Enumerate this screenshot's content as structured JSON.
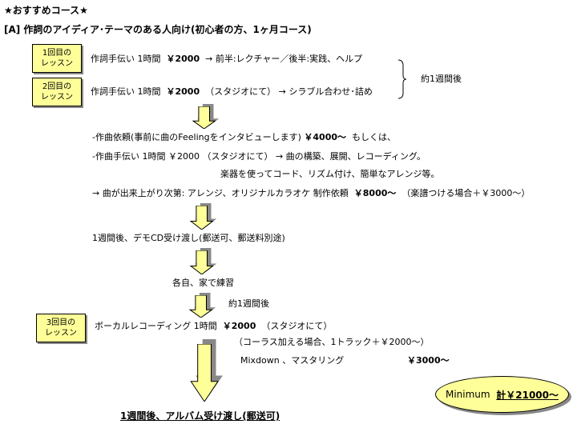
{
  "title": "★おすすめコース★",
  "course_heading": "[A] 作詞のアイディア･テーマのある人向け(初心者の方、1ヶ月コース)",
  "lessons": [
    {
      "label_1": "1回目の",
      "label_2": "レッスン",
      "desc": "作詞手伝い 1時間",
      "price": "￥2000",
      "detail": "→ 前半:レクチャー／後半:実践、ヘルプ"
    },
    {
      "label_1": "2回目の",
      "label_2": "レッスン",
      "desc": "作詞手伝い 1時間",
      "price": "￥2000",
      "detail": "（スタジオにて） → シラブル合わせ･詰め"
    },
    {
      "label_1": "3回目の",
      "label_2": "レッスン",
      "desc": "ボーカルレコーディング 1時間",
      "price": "￥2000",
      "detail": "（スタジオにて）"
    }
  ],
  "interval_1": "約1週間後",
  "compose": {
    "line1_text": "-作曲依頼(事前に曲のFeelingをインタビューします)",
    "line1_price": "￥4000～",
    "line1_suffix": "もしくは、",
    "line2": "-作曲手伝い 1時間 ￥2000 （スタジオにて） → 曲の構築、展開、レコーディング。",
    "line3": "楽器を使ってコード、リズム付け、簡単なアレンジ等。",
    "line4_text": "→ 曲が出来上がり次第: アレンジ、オリジナルカラオケ 制作依頼",
    "line4_price": "￥8000～",
    "line4_suffix": "（楽譜つける場合＋￥3000～）"
  },
  "demo": "1週間後、デモCD受け渡し(郵送可、郵送料別途)",
  "practice": "各自、家で練習",
  "interval_2": "約1週間後",
  "chorus": "（コーラス加える場合、1トラック＋￥2000～）",
  "mixdown": "Mixdown 、マスタリング",
  "mixdown_price": "￥3000～",
  "final": "1週間後、アルバム受け渡し(郵送可)",
  "total_label": "Minimum",
  "total_value": "計￥21000～",
  "colors": {
    "box": "#ffff99",
    "shadow": "#888888"
  }
}
